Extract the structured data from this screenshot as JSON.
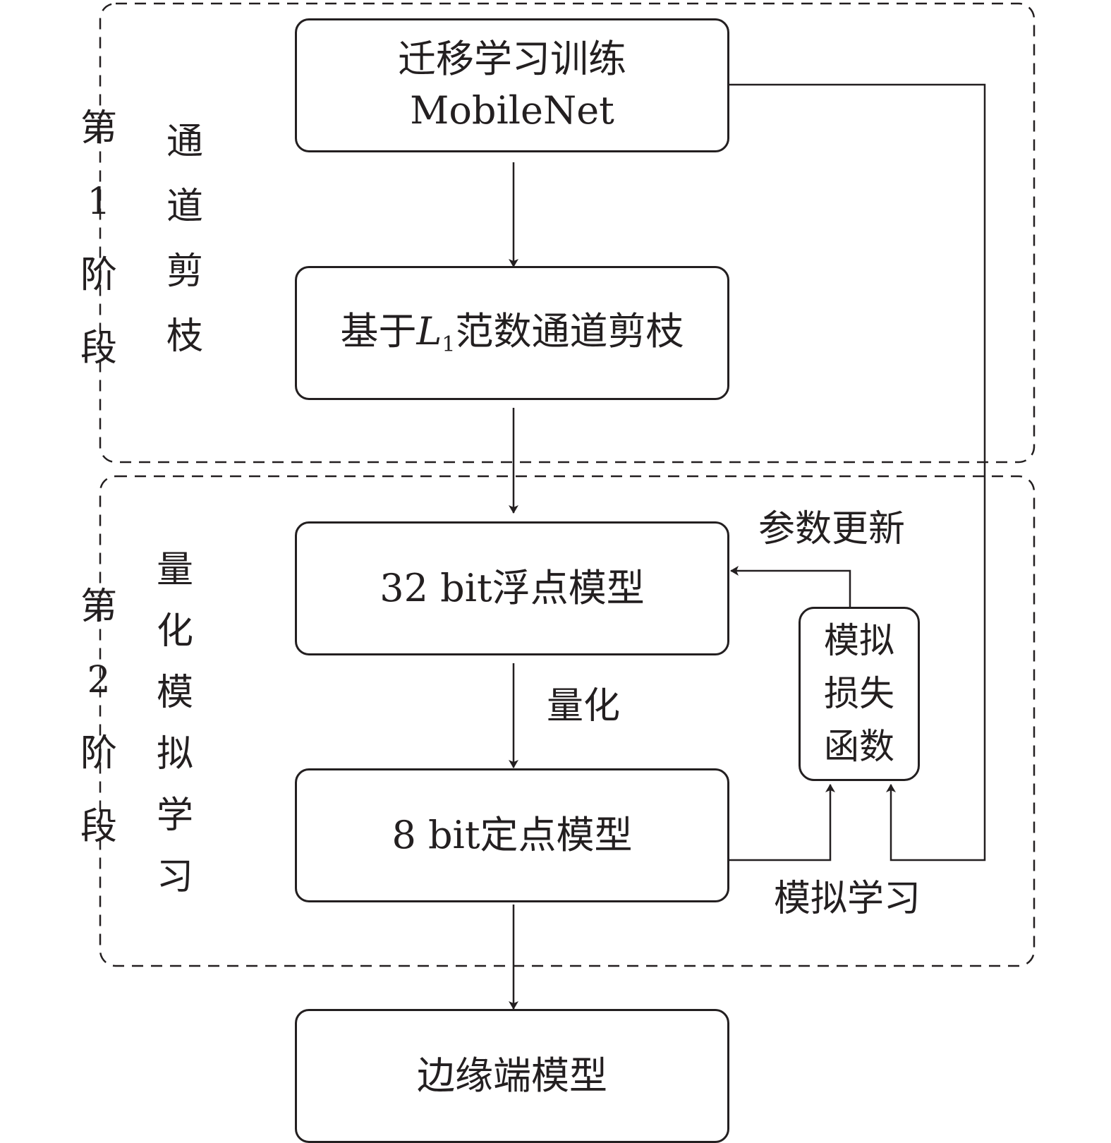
{
  "boxes": {
    "transfer": {
      "line1": "迁移学习训练",
      "line2": "MobileNet"
    },
    "pruning": {
      "prefix": "基于",
      "var": "L",
      "sub": "1",
      "suffix": "范数通道剪枝"
    },
    "float_model": {
      "text": "32 bit浮点模型"
    },
    "fixed_model": {
      "text": "8 bit定点模型"
    },
    "edge_model": {
      "text": "边缘端模型"
    },
    "loss": {
      "line1": "模拟",
      "line2": "损失",
      "line3": "函数"
    }
  },
  "stages": {
    "stage1": {
      "c1": "第",
      "c2": "1",
      "c3": "阶",
      "c4": "段"
    },
    "stage2": {
      "c1": "第",
      "c2": "2",
      "c3": "阶",
      "c4": "段"
    }
  },
  "phases": {
    "pruning": {
      "c1": "通",
      "c2": "道",
      "c3": "剪",
      "c4": "枝"
    },
    "quant": {
      "c1": "量",
      "c2": "化",
      "c3": "模",
      "c4": "拟",
      "c5": "学",
      "c6": "习"
    }
  },
  "edge_labels": {
    "quantize": "量化",
    "param_update": "参数更新",
    "sim_learning": "模拟学习"
  }
}
